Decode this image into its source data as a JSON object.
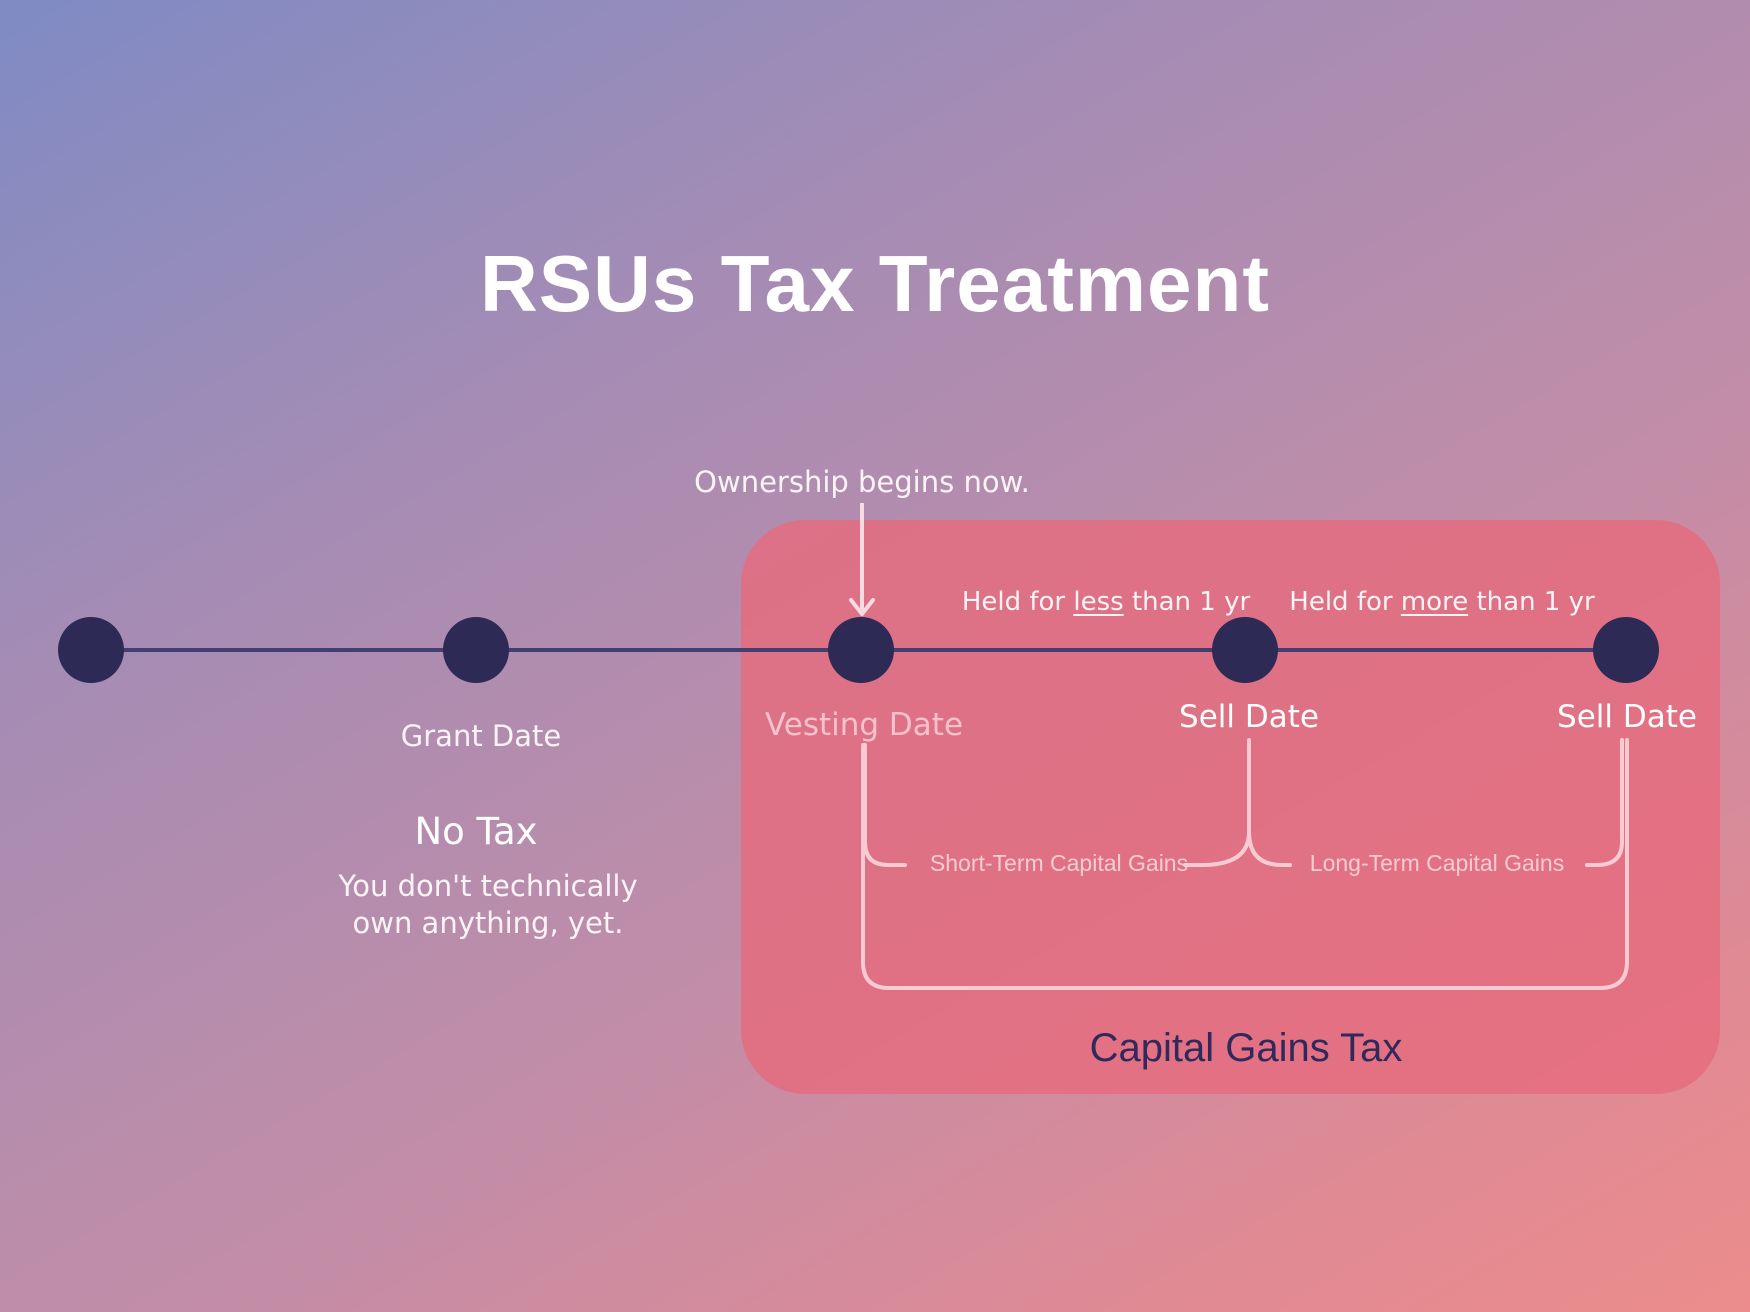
{
  "title": "RSUs Tax Treatment",
  "annotation": "Ownership begins now.",
  "timeline": {
    "nodes": [
      {
        "name": "start",
        "label": ""
      },
      {
        "name": "grant",
        "label": "Grant Date"
      },
      {
        "name": "vesting",
        "label": "Vesting Date"
      },
      {
        "name": "sell-1",
        "label": "Sell Date"
      },
      {
        "name": "sell-2",
        "label": "Sell Date"
      }
    ],
    "held_short": {
      "prefix": "Held for ",
      "emphasis": "less",
      "suffix": " than 1 yr"
    },
    "held_long": {
      "prefix": "Held for ",
      "emphasis": "more",
      "suffix": " than 1 yr"
    }
  },
  "no_tax": {
    "heading": "No Tax",
    "description": "You don't technically\nown anything, yet."
  },
  "capital_gains": {
    "short_term": "Short-Term Capital Gains",
    "long_term": "Long-Term Capital Gains",
    "total": "Capital Gains Tax"
  },
  "colors": {
    "node": "#2d2a55",
    "line": "#433f72",
    "box": "#e56b7e",
    "bracket": "#f8cbd3"
  }
}
